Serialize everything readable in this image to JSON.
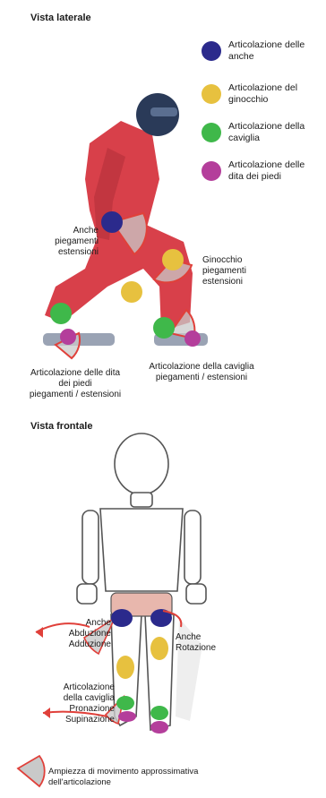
{
  "lateral": {
    "title": "Vista laterale",
    "labels": {
      "hips": [
        "Anche",
        "piegamenti",
        "estensioni"
      ],
      "knee": [
        "Ginocchio",
        "piegamenti",
        "estensioni"
      ],
      "toes": [
        "Articolazione delle dita",
        "dei piedi",
        "piegamenti / estensioni"
      ],
      "ankle": [
        "Articolazione della caviglia",
        "piegamenti / estensioni"
      ]
    }
  },
  "legend": [
    {
      "label": [
        "Articolazione delle",
        "anche"
      ],
      "color": "#2b2a8c"
    },
    {
      "label": [
        "Articolazione del",
        "ginocchio"
      ],
      "color": "#e7c13f"
    },
    {
      "label": [
        "Articolazione della",
        "caviglia"
      ],
      "color": "#3fb84a"
    },
    {
      "label": [
        "Articolazione delle",
        "dita dei piedi"
      ],
      "color": "#b43e9b"
    }
  ],
  "frontal": {
    "title": "Vista frontale",
    "labels": {
      "hips_abd": [
        "Anche",
        "Abduzione",
        "Adduzione"
      ],
      "hips_rot": [
        "Anche",
        "Rotazione"
      ],
      "ankle": [
        "Articolazione",
        "della caviglia",
        "Pronazione",
        "Supinazione"
      ]
    }
  },
  "footer": [
    "Ampiezza di movimento approssimativa",
    "dell'articolazione"
  ],
  "colors": {
    "accent": "#e0403a",
    "range_fill": "#c9c9c9",
    "suit": "#d8404a"
  }
}
